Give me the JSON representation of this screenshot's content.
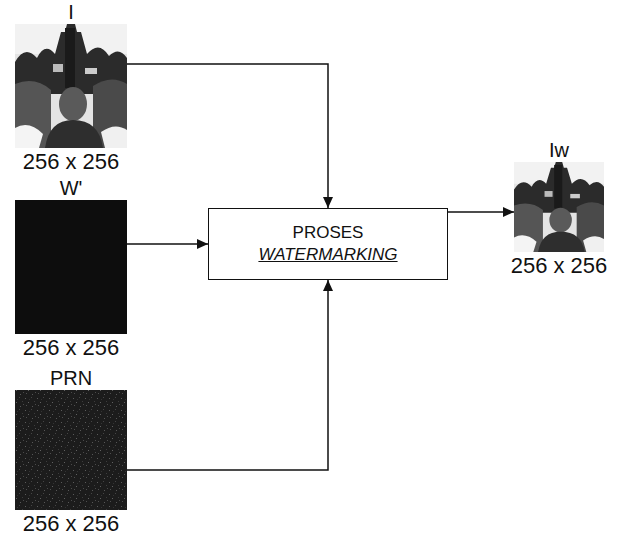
{
  "diagram": {
    "nodes": [
      {
        "text": [
          "I",
          "256 x 256"
        ]
      },
      {
        "text": [
          "W'",
          "256 x 256"
        ]
      },
      {
        "text": [
          "PRN",
          "256 x 256"
        ]
      },
      {
        "text": [
          "PROSES",
          "WATERMARKING"
        ]
      },
      {
        "text": [
          "Iw",
          "256 x 256"
        ]
      }
    ],
    "edges": [
      {
        "from": 0,
        "to": 3,
        "arrow": "to"
      },
      {
        "from": 1,
        "to": 3,
        "arrow": "to"
      },
      {
        "from": 2,
        "to": 3,
        "arrow": "to"
      },
      {
        "from": 3,
        "to": 4,
        "arrow": "to"
      }
    ]
  }
}
